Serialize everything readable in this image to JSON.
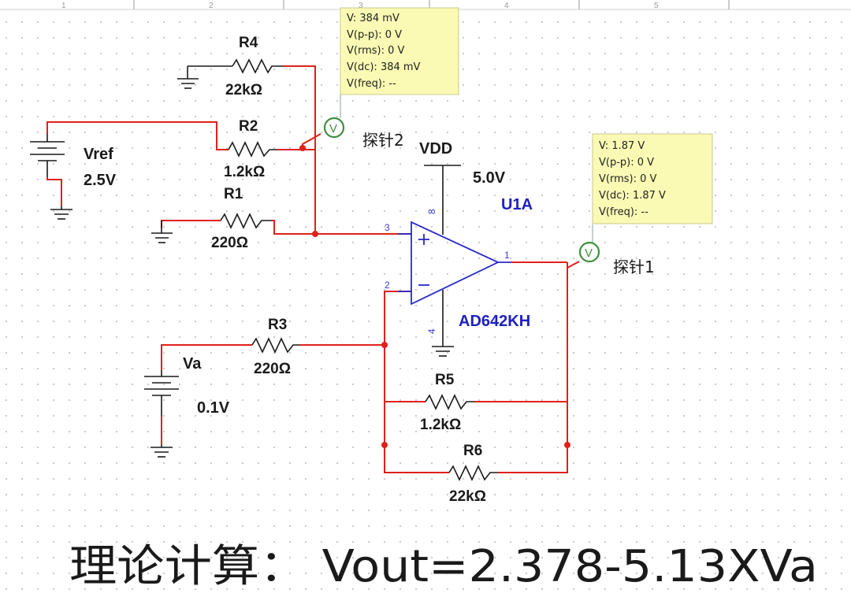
{
  "ruler": {
    "ticks": [
      "1",
      "2",
      "3",
      "4",
      "5"
    ]
  },
  "components": {
    "r1": {
      "name": "R1",
      "value": "220Ω"
    },
    "r2": {
      "name": "R2",
      "value": "1.2kΩ"
    },
    "r3": {
      "name": "R3",
      "value": "220Ω"
    },
    "r4": {
      "name": "R4",
      "value": "22kΩ"
    },
    "r5": {
      "name": "R5",
      "value": "1.2kΩ"
    },
    "r6": {
      "name": "R6",
      "value": "22kΩ"
    },
    "vref": {
      "name": "Vref",
      "value": "2.5V"
    },
    "va": {
      "name": "Va",
      "value": "0.1V"
    },
    "vdd": {
      "name": "VDD",
      "value": "5.0V"
    },
    "opamp": {
      "name": "U1A",
      "part": "AD642KH",
      "pins": {
        "plus": "3",
        "minus": "2",
        "out": "1",
        "vpos": "8",
        "vneg": "4"
      }
    }
  },
  "probes": {
    "probe1": {
      "label": "探针1",
      "icon": "V",
      "readings": [
        "V: 1.87 V",
        "V(p-p): 0 V",
        "V(rms): 0 V",
        "V(dc): 1.87 V",
        "V(freq): --"
      ]
    },
    "probe2": {
      "label": "探针2",
      "icon": "V",
      "readings": [
        "V: 384 mV",
        "V(p-p): 0 V",
        "V(rms): 0 V",
        "V(dc): 384 mV",
        "V(freq): --"
      ]
    }
  },
  "caption": "理论计算：  Vout=2.378-5.13XVa",
  "colors": {
    "wire": "#e0201a",
    "component": "#1a1a1a",
    "opamp": "#2828c8",
    "probe": "#3f8f3f",
    "tooltip_bg": "#fafab4",
    "grid_dot": "#b9b9b9"
  }
}
